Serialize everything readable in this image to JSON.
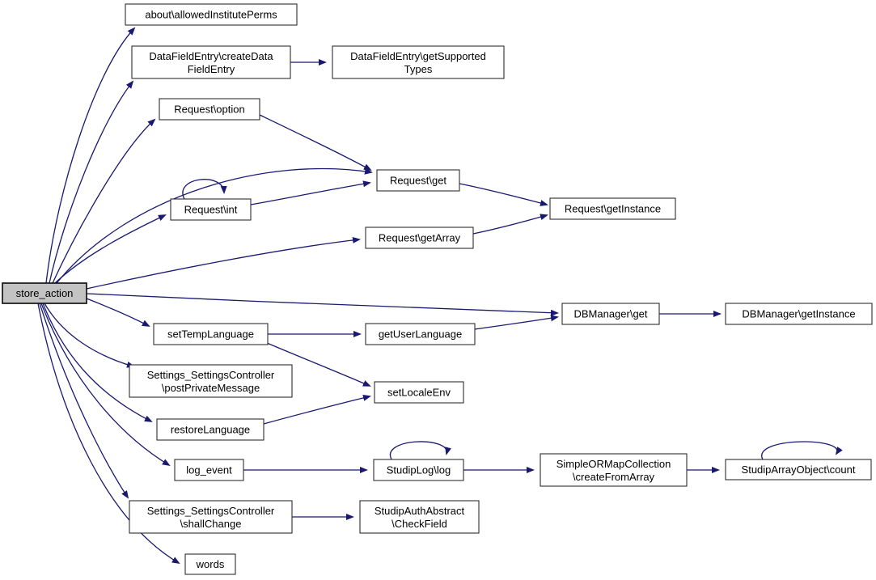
{
  "diagram": {
    "style": {
      "edge_color": "#191970",
      "node_fill": "#ffffff",
      "node_border": "#2e2e2e",
      "root_fill": "#c3c3c3",
      "background": "#ffffff"
    },
    "nodes": {
      "store_action": {
        "label": "store_action"
      },
      "about": {
        "label": "about\\allowedInstitutePerms"
      },
      "create_datafield_entry": {
        "line1": "DataFieldEntry\\createData",
        "line2": "FieldEntry"
      },
      "get_supported_types": {
        "line1": "DataFieldEntry\\getSupported",
        "line2": "Types"
      },
      "request_option": {
        "label": "Request\\option"
      },
      "request_get": {
        "label": "Request\\get"
      },
      "request_int": {
        "label": "Request\\int"
      },
      "request_get_instance": {
        "label": "Request\\getInstance"
      },
      "request_get_array": {
        "label": "Request\\getArray"
      },
      "dbmanager_get": {
        "label": "DBManager\\get"
      },
      "dbmanager_get_instance": {
        "label": "DBManager\\getInstance"
      },
      "set_temp_language": {
        "label": "setTempLanguage"
      },
      "get_user_language": {
        "label": "getUserLanguage"
      },
      "post_private_message": {
        "line1": "Settings_SettingsController",
        "line2": "\\postPrivateMessage"
      },
      "set_locale_env": {
        "label": "setLocaleEnv"
      },
      "restore_language": {
        "label": "restoreLanguage"
      },
      "log_event": {
        "label": "log_event"
      },
      "studiplog_log": {
        "label": "StudipLog\\log"
      },
      "create_from_array": {
        "line1": "SimpleORMapCollection",
        "line2": "\\createFromArray"
      },
      "studip_array_object_count": {
        "label": "StudipArrayObject\\count"
      },
      "shall_change": {
        "line1": "Settings_SettingsController",
        "line2": "\\shallChange"
      },
      "check_field": {
        "line1": "StudipAuthAbstract",
        "line2": "\\CheckField"
      },
      "words": {
        "label": "words"
      }
    },
    "edges": [
      {
        "from": "store_action",
        "to": "about"
      },
      {
        "from": "store_action",
        "to": "create_datafield_entry"
      },
      {
        "from": "store_action",
        "to": "request_option"
      },
      {
        "from": "store_action",
        "to": "request_get"
      },
      {
        "from": "store_action",
        "to": "request_int"
      },
      {
        "from": "store_action",
        "to": "request_get_array"
      },
      {
        "from": "store_action",
        "to": "dbmanager_get"
      },
      {
        "from": "store_action",
        "to": "set_temp_language"
      },
      {
        "from": "store_action",
        "to": "post_private_message"
      },
      {
        "from": "store_action",
        "to": "restore_language"
      },
      {
        "from": "store_action",
        "to": "log_event"
      },
      {
        "from": "store_action",
        "to": "shall_change"
      },
      {
        "from": "store_action",
        "to": "words"
      },
      {
        "from": "create_datafield_entry",
        "to": "get_supported_types"
      },
      {
        "from": "request_option",
        "to": "request_get"
      },
      {
        "from": "request_int",
        "to": "request_int"
      },
      {
        "from": "request_int",
        "to": "request_get"
      },
      {
        "from": "request_get",
        "to": "request_get_instance"
      },
      {
        "from": "request_get_array",
        "to": "request_get_instance"
      },
      {
        "from": "dbmanager_get",
        "to": "dbmanager_get_instance"
      },
      {
        "from": "set_temp_language",
        "to": "get_user_language"
      },
      {
        "from": "set_temp_language",
        "to": "set_locale_env"
      },
      {
        "from": "get_user_language",
        "to": "dbmanager_get"
      },
      {
        "from": "restore_language",
        "to": "set_locale_env"
      },
      {
        "from": "log_event",
        "to": "studiplog_log"
      },
      {
        "from": "studiplog_log",
        "to": "studiplog_log"
      },
      {
        "from": "studiplog_log",
        "to": "create_from_array"
      },
      {
        "from": "create_from_array",
        "to": "studip_array_object_count"
      },
      {
        "from": "studip_array_object_count",
        "to": "studip_array_object_count"
      },
      {
        "from": "shall_change",
        "to": "check_field"
      }
    ]
  }
}
